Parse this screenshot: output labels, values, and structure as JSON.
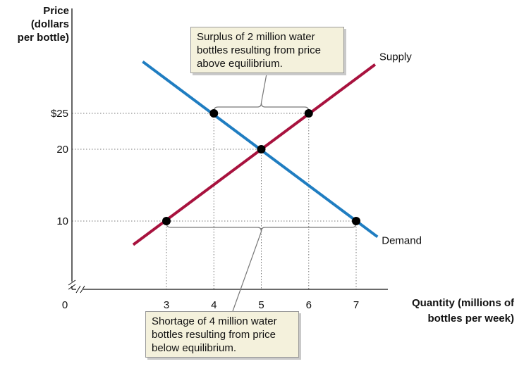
{
  "chart_data": {
    "type": "line",
    "ylabel": "Price (dollars per bottle)",
    "xlabel": "Quantity (millions of bottles per week)",
    "x_ticks": [
      0,
      3,
      4,
      5,
      6,
      7
    ],
    "x_tick_labels": [
      "0",
      "3",
      "4",
      "5",
      "6",
      "7"
    ],
    "y_ticks": [
      10,
      20,
      25
    ],
    "y_tick_labels": [
      "10",
      "20",
      "$25"
    ],
    "series": [
      {
        "name": "Supply",
        "color": "#a8123e",
        "x": [
          2.3,
          7.4
        ],
        "y": [
          6.7,
          31.8
        ]
      },
      {
        "name": "Demand",
        "color": "#1f7dc1",
        "x": [
          2.5,
          7.45
        ],
        "y": [
          32.2,
          7.8
        ]
      }
    ],
    "points": [
      {
        "x": 4,
        "y": 25
      },
      {
        "x": 6,
        "y": 25
      },
      {
        "x": 5,
        "y": 20
      },
      {
        "x": 3,
        "y": 10
      },
      {
        "x": 7,
        "y": 10
      }
    ],
    "annotations": {
      "surplus": "Surplus of 2 million water bottles resulting from price above equilibrium.",
      "shortage": "Shortage of 4 million water bottles resulting from price below equilibrium."
    }
  },
  "labels": {
    "y_axis": [
      "Price",
      "(dollars",
      "per bottle)"
    ],
    "x_axis": [
      "Quantity (millions of",
      "bottles per week)"
    ],
    "surplus": [
      "Surplus of 2 million water",
      "bottles resulting from price",
      "above equilibrium."
    ],
    "shortage": [
      "Shortage of 4 million water",
      "bottles resulting from price",
      "below equilibrium."
    ]
  }
}
